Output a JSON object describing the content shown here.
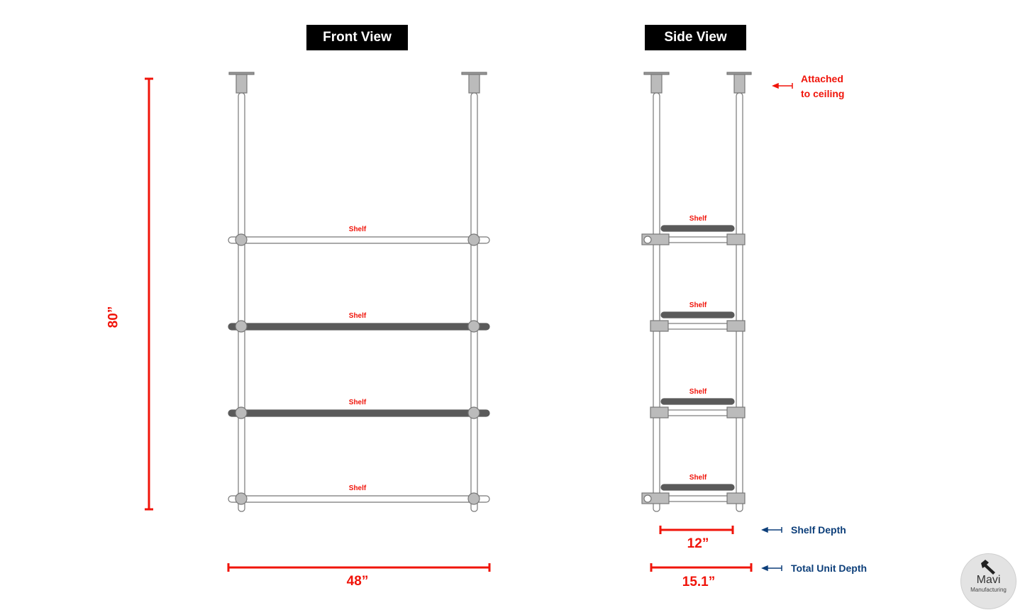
{
  "front_view": {
    "title": "Front View",
    "shelves": [
      {
        "label": "Shelf",
        "style": "outline"
      },
      {
        "label": "Shelf",
        "style": "solid"
      },
      {
        "label": "Shelf",
        "style": "solid"
      },
      {
        "label": "Shelf",
        "style": "outline"
      }
    ],
    "height_dimension": "80”",
    "width_dimension": "48”"
  },
  "side_view": {
    "title": "Side View",
    "shelves": [
      {
        "label": "Shelf"
      },
      {
        "label": "Shelf"
      },
      {
        "label": "Shelf"
      },
      {
        "label": "Shelf"
      }
    ],
    "annotation_ceiling": {
      "line1": "Attached",
      "line2": "to ceiling"
    },
    "shelf_depth": {
      "value": "12”",
      "label": "Shelf Depth"
    },
    "total_depth": {
      "value": "15.1”",
      "label": "Total Unit Depth"
    }
  },
  "logo": {
    "name": "Mavi",
    "subtitle": "Manufacturing",
    "icon": "hammer-icon"
  },
  "colors": {
    "dimension_red": "#f0140a",
    "annotation_blue": "#0d3f7a",
    "pipe_gray": "#bbbbbb",
    "shelf_dark": "#5a5a5a"
  }
}
